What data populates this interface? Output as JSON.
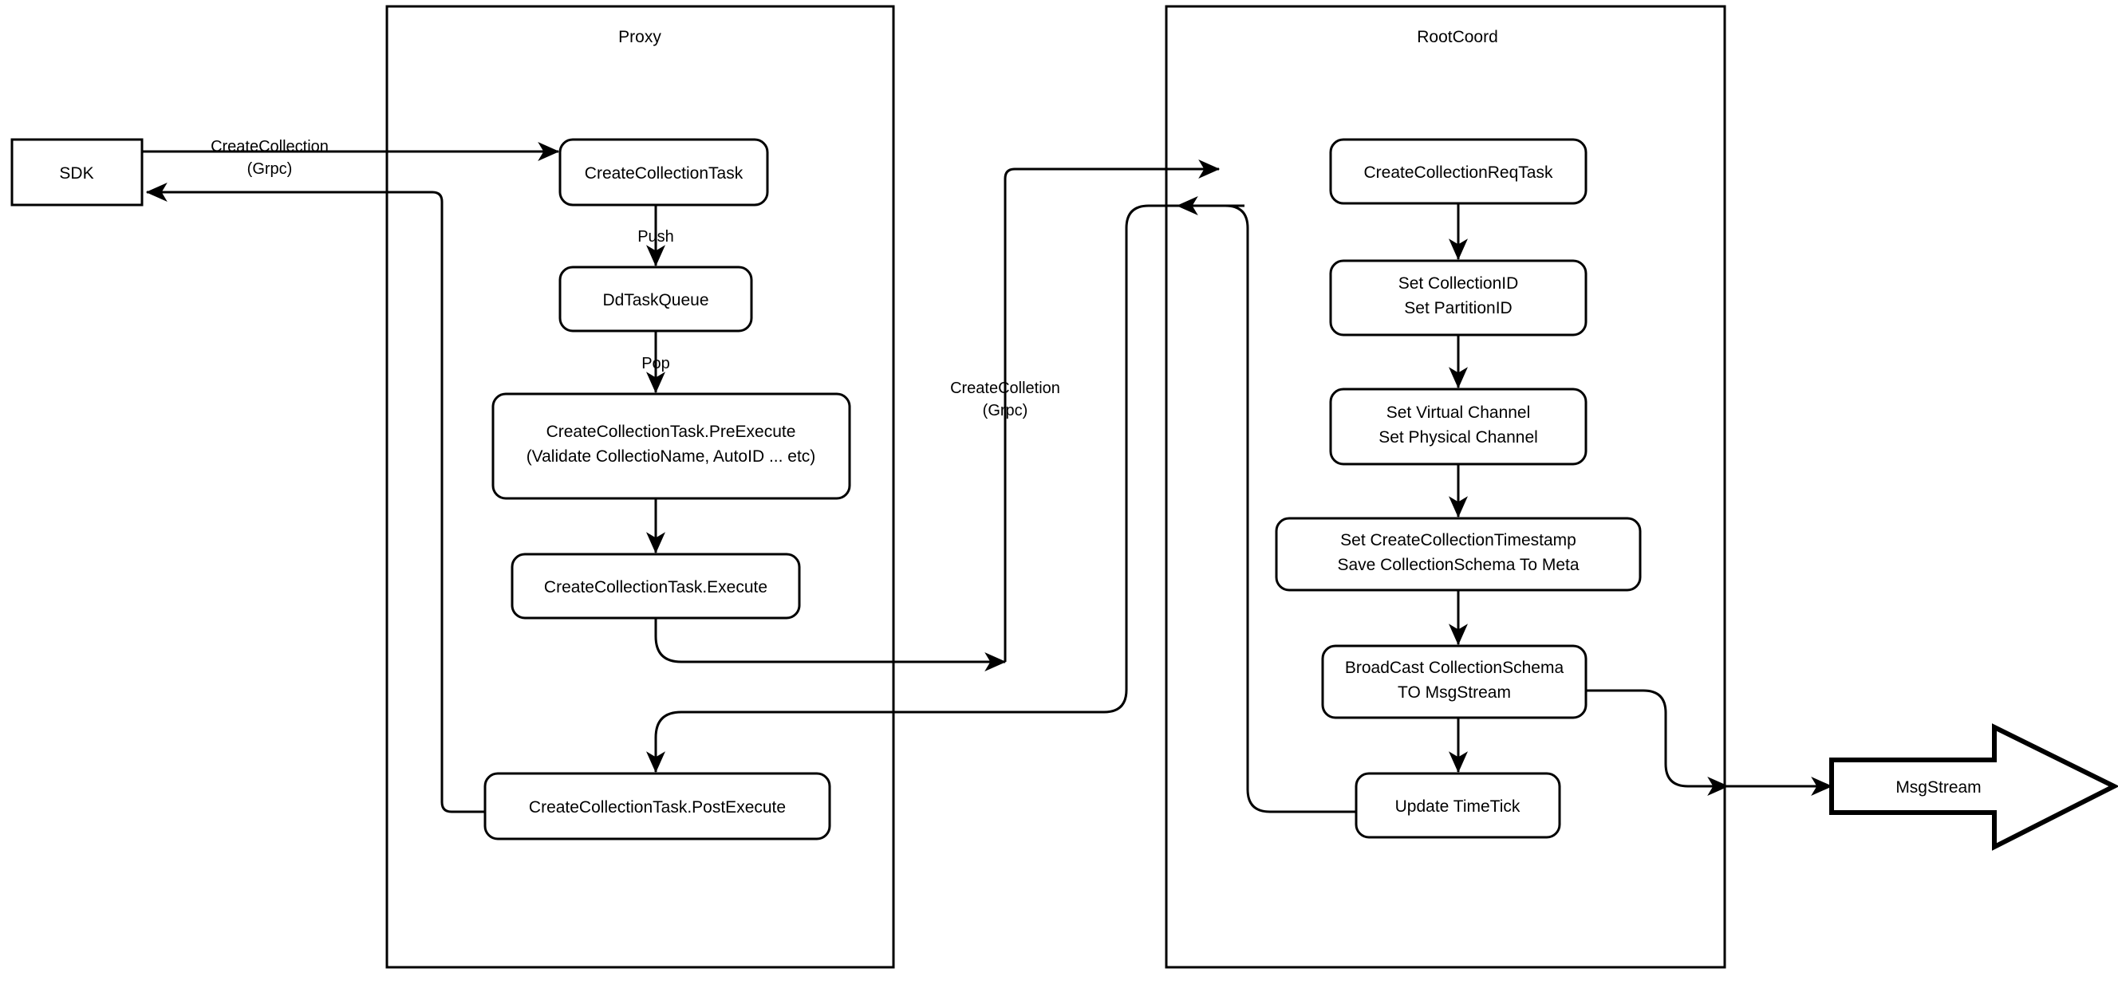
{
  "diagram": {
    "title": "CreateCollection flow (Proxy / RootCoord)",
    "lanes": [
      {
        "id": "proxy",
        "label": "Proxy"
      },
      {
        "id": "rootcoord",
        "label": "RootCoord"
      }
    ],
    "nodes": {
      "sdk": {
        "label": "SDK"
      },
      "create_collection_task": {
        "label": "CreateCollectionTask"
      },
      "dd_task_queue": {
        "label": "DdTaskQueue"
      },
      "pre_execute_line1": {
        "label": "CreateCollectionTask.PreExecute"
      },
      "pre_execute_line2": {
        "label": "(Validate CollectioName, AutoID ... etc)"
      },
      "execute": {
        "label": "CreateCollectionTask.Execute"
      },
      "post_execute": {
        "label": "CreateCollectionTask.PostExecute"
      },
      "req_task": {
        "label": "CreateCollectionReqTask"
      },
      "set_ids_line1": {
        "label": "Set CollectionID"
      },
      "set_ids_line2": {
        "label": "Set PartitionID"
      },
      "set_channels_line1": {
        "label": "Set Virtual Channel"
      },
      "set_channels_line2": {
        "label": "Set Physical Channel"
      },
      "set_meta_line1": {
        "label": "Set CreateCollectionTimestamp"
      },
      "set_meta_line2": {
        "label": "Save CollectionSchema To Meta"
      },
      "broadcast_line1": {
        "label": "BroadCast CollectionSchema"
      },
      "broadcast_line2": {
        "label": "TO MsgStream"
      },
      "update_timetick": {
        "label": "Update TimeTick"
      },
      "msgstream": {
        "label": "MsgStream"
      }
    },
    "edge_labels": {
      "sdk_to_proxy_line1": "CreateCollection",
      "sdk_to_proxy_line2": "(Grpc)",
      "push": "Push",
      "pop": "Pop",
      "proxy_to_rootcoord_line1": "CreateColletion",
      "proxy_to_rootcoord_line2": "(Grpc)"
    },
    "colors": {
      "stroke": "#000000",
      "fill": "#ffffff",
      "text": "#000000"
    }
  }
}
